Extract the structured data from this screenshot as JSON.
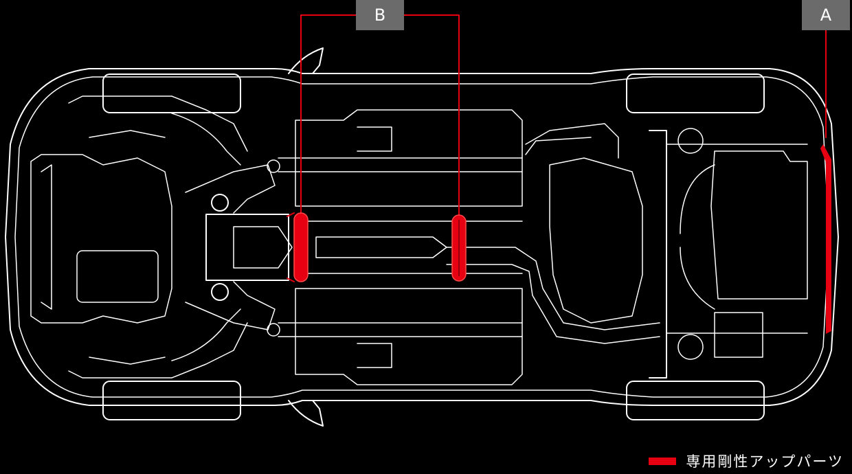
{
  "callouts": {
    "a": "A",
    "b": "B"
  },
  "legend": {
    "label": "専用剛性アップパーツ",
    "color": "#e60012"
  },
  "colors": {
    "background": "#000000",
    "line": "#ffffff",
    "highlight": "#e60012",
    "callout_box": "#6b6b6b"
  }
}
